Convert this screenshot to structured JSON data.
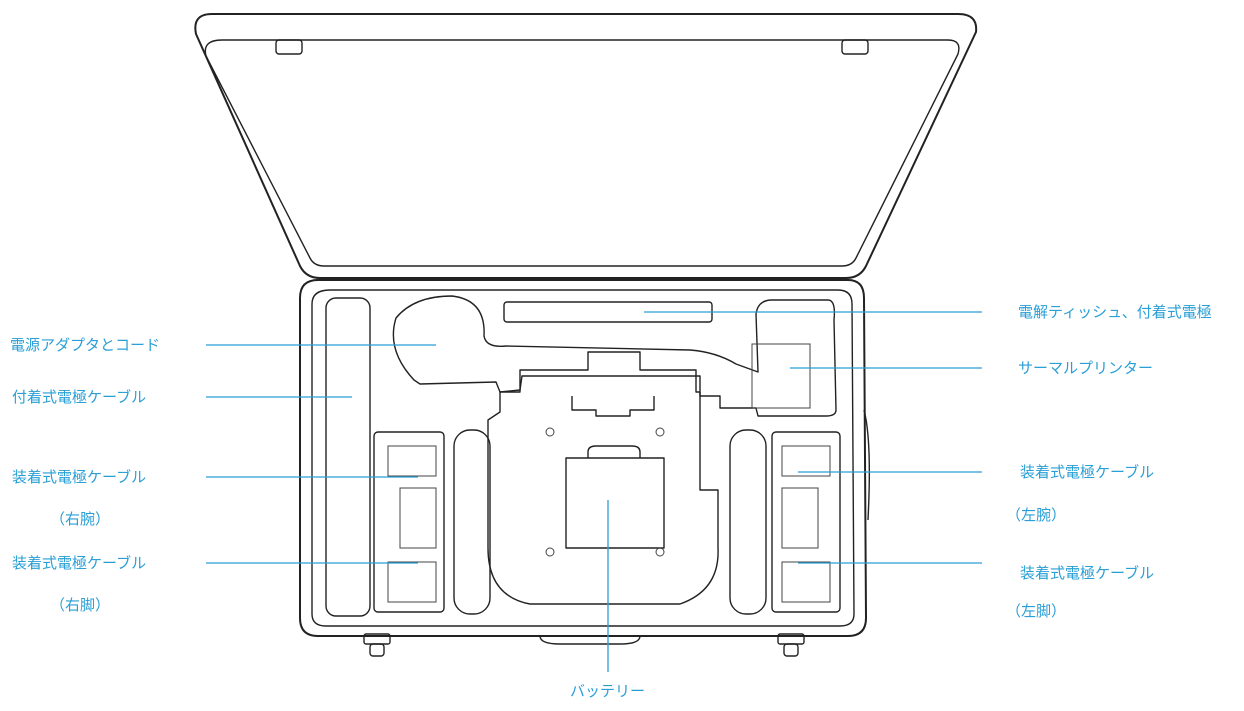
{
  "diagram": {
    "labels": {
      "power_adapter": "電源アダプタとコード",
      "attached_electrode_cable": "付着式電極ケーブル",
      "wearable_cable_right_arm": "装着式電極ケーブル",
      "right_arm_suffix": "（右腕）",
      "wearable_cable_right_leg": "装着式電極ケーブル",
      "right_leg_suffix": "（右脚）",
      "electrolyte_tissue": "電解ティッシュ、付着式電極",
      "thermal_printer": "サーマルプリンター",
      "wearable_cable_left_arm": "装着式電極ケーブル",
      "left_arm_suffix": "（左腕）",
      "wearable_cable_left_leg": "装着式電極ケーブル",
      "left_leg_suffix": "（左脚）",
      "battery": "バッテリー"
    },
    "colors": {
      "label": "#2a9fd6",
      "outline": "#222222"
    }
  }
}
